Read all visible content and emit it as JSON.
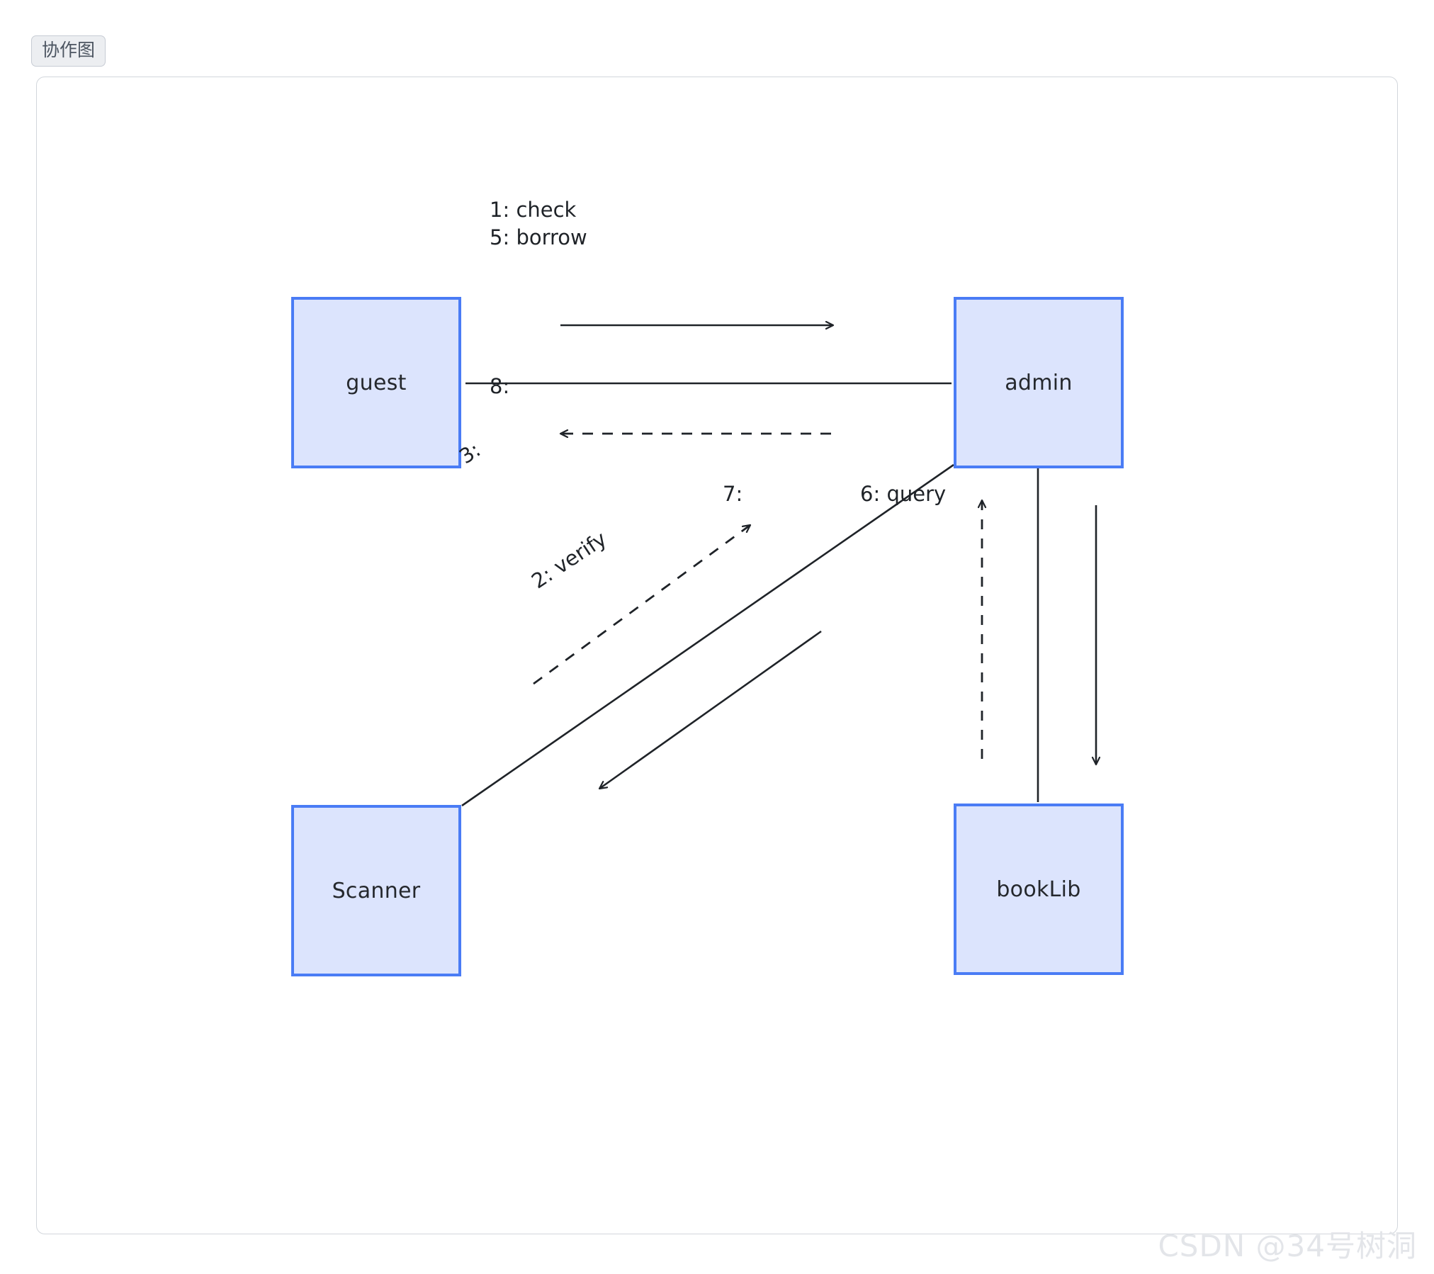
{
  "tab": {
    "label": "协作图"
  },
  "canvas": {
    "objects": [
      {
        "id": "guest",
        "label": "guest"
      },
      {
        "id": "admin",
        "label": "admin"
      },
      {
        "id": "scanner",
        "label": "Scanner"
      },
      {
        "id": "booklib",
        "label": "bookLib"
      }
    ],
    "messages": [
      {
        "seq": "1",
        "label": "1:  check",
        "from": "guest",
        "to": "admin",
        "style": "solid",
        "direction": "right"
      },
      {
        "seq": "5",
        "label": "5:  borrow",
        "from": "guest",
        "to": "admin",
        "style": "solid",
        "direction": "right"
      },
      {
        "seq": "8",
        "label": "8:",
        "from": "admin",
        "to": "guest",
        "style": "dashed",
        "direction": "left"
      },
      {
        "seq": "3",
        "label": "3:",
        "from": "Scanner",
        "to": "admin",
        "style": "dashed",
        "direction": "up-right"
      },
      {
        "seq": "2",
        "label": "2: verify",
        "from": "admin",
        "to": "Scanner",
        "style": "solid",
        "direction": "down-left"
      },
      {
        "seq": "7",
        "label": "7:",
        "from": "bookLib",
        "to": "admin",
        "style": "dashed",
        "direction": "up"
      },
      {
        "seq": "6",
        "label": "6:  query",
        "from": "admin",
        "to": "bookLib",
        "style": "solid",
        "direction": "down"
      }
    ],
    "links": [
      {
        "from": "guest",
        "to": "admin",
        "style": "solid"
      },
      {
        "from": "Scanner",
        "to": "admin",
        "style": "solid"
      },
      {
        "from": "admin",
        "to": "bookLib",
        "style": "solid"
      }
    ]
  },
  "watermark": {
    "text": "CSDN @34号树洞"
  },
  "colors": {
    "object_fill": "#dce4fd",
    "object_border": "#4a7cf5",
    "line": "#1f2328",
    "panel_border": "#d2d6dc",
    "tab_bg": "#eceef1",
    "watermark": "#e3e5e9"
  }
}
